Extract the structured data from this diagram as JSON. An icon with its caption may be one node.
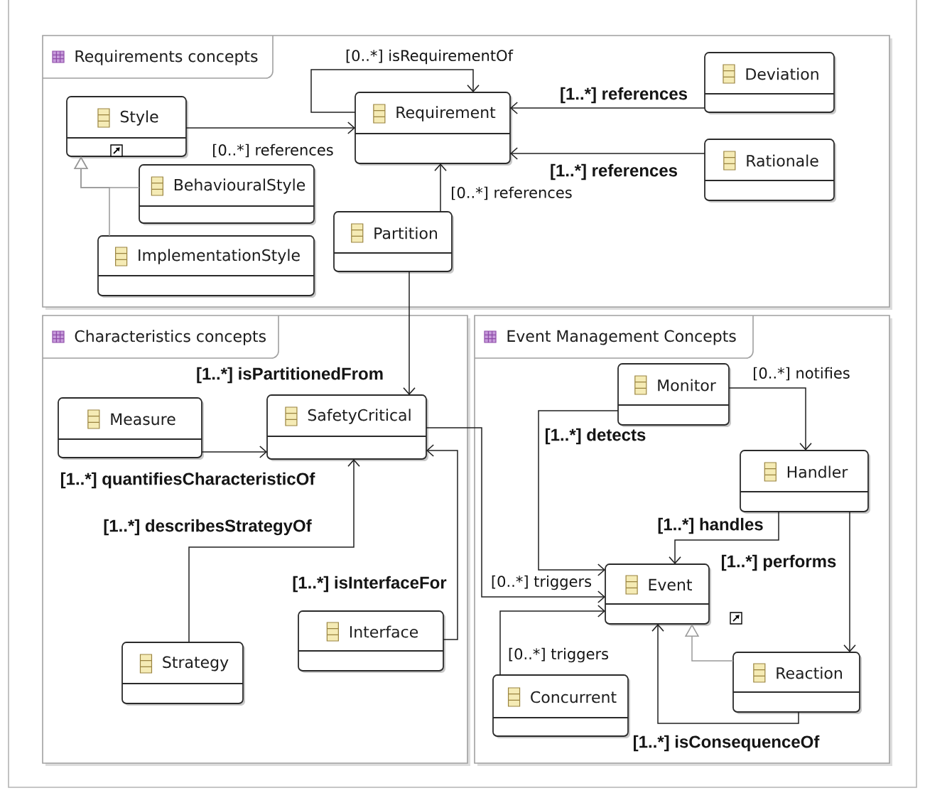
{
  "diagram": {
    "nodes": [
      {
        "text": [
          "Requirements concepts"
        ]
      },
      {
        "text": [
          "Style"
        ],
        "in": 0
      },
      {
        "text": [
          "Requirement"
        ],
        "in": 0
      },
      {
        "text": [
          "Deviation"
        ],
        "in": 0
      },
      {
        "text": [
          "BehaviouralStyle"
        ],
        "in": 0
      },
      {
        "text": [
          "Rationale"
        ],
        "in": 0
      },
      {
        "text": [
          "ImplementationStyle"
        ],
        "in": 0
      },
      {
        "text": [
          "Partition"
        ],
        "in": 0
      },
      {
        "text": [
          "Characteristics concepts"
        ]
      },
      {
        "text": [
          "Measure"
        ],
        "in": 8
      },
      {
        "text": [
          "SafetyCritical"
        ],
        "in": 8
      },
      {
        "text": [
          "Interface"
        ],
        "in": 8
      },
      {
        "text": [
          "Strategy"
        ],
        "in": 8
      },
      {
        "text": [
          "Event Management Concepts"
        ]
      },
      {
        "text": [
          "Monitor"
        ],
        "in": 13
      },
      {
        "text": [
          "Handler"
        ],
        "in": 13
      },
      {
        "text": [
          "Event"
        ],
        "in": 13
      },
      {
        "text": [
          "Reaction"
        ],
        "in": 13
      },
      {
        "text": [
          "Concurrent"
        ],
        "in": 13
      }
    ],
    "edges": [
      {
        "from": 2,
        "to": 2,
        "arrow": "to",
        "label": "[0..*] isRequirementOf"
      },
      {
        "from": 1,
        "to": 2,
        "arrow": "to",
        "label": "[0..*] references"
      },
      {
        "from": 3,
        "to": 2,
        "arrow": "to",
        "label": "[1..*] references"
      },
      {
        "from": 5,
        "to": 2,
        "arrow": "to",
        "label": "[1..*] references"
      },
      {
        "from": 4,
        "to": 1,
        "arrow": "to",
        "color": "#999999"
      },
      {
        "from": 6,
        "to": 1,
        "arrow": "to",
        "color": "#999999"
      },
      {
        "from": 7,
        "to": 2,
        "arrow": "to",
        "label": "[0..*] references"
      },
      {
        "from": 7,
        "to": 10,
        "arrow": "to",
        "label": "[1..*] isPartitionedFrom"
      },
      {
        "from": 9,
        "to": 10,
        "arrow": "to",
        "label": "[1..*] quantifiesCharacteristicOf"
      },
      {
        "from": 12,
        "to": 10,
        "arrow": "to",
        "label": "[1..*] describesStrategyOf"
      },
      {
        "from": 11,
        "to": 10,
        "arrow": "to",
        "label": "[1..*] isInterfaceFor"
      },
      {
        "from": 10,
        "to": 16,
        "arrow": "to",
        "label": "[0..*] triggers"
      },
      {
        "from": 14,
        "to": 15,
        "arrow": "to",
        "label": "[0..*] notifies"
      },
      {
        "from": 14,
        "to": 16,
        "arrow": "to",
        "label": "[1..*] detects"
      },
      {
        "from": 15,
        "to": 16,
        "arrow": "to",
        "label": "[1..*] handles"
      },
      {
        "from": 15,
        "to": 17,
        "arrow": "to",
        "label": "[1..*] performs"
      },
      {
        "from": 17,
        "to": 16,
        "arrow": "to",
        "color": "#999999"
      },
      {
        "from": 17,
        "to": 16,
        "arrow": "to",
        "label": "[1..*] isConsequenceOf"
      },
      {
        "from": 18,
        "to": 16,
        "arrow": "to",
        "label": "[0..*] triggers"
      }
    ]
  }
}
